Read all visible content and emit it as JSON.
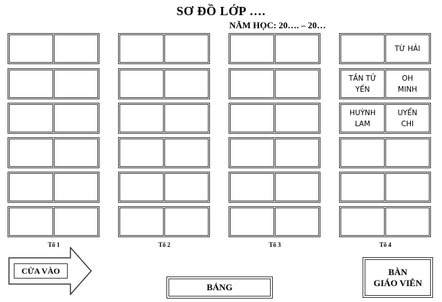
{
  "title": "SƠ ĐỒ LỚP ….",
  "school_year": "NĂM HỌC: 20…. – 20…",
  "groups": [
    {
      "label": "Tổ 1",
      "desks": [
        [
          "",
          ""
        ],
        [
          "",
          ""
        ],
        [
          "",
          ""
        ],
        [
          "",
          ""
        ],
        [
          "",
          ""
        ],
        [
          "",
          ""
        ]
      ]
    },
    {
      "label": "Tổ 2",
      "desks": [
        [
          "",
          ""
        ],
        [
          "",
          ""
        ],
        [
          "",
          ""
        ],
        [
          "",
          ""
        ],
        [
          "",
          ""
        ],
        [
          "",
          ""
        ]
      ]
    },
    {
      "label": "Tổ 3",
      "desks": [
        [
          "",
          ""
        ],
        [
          "",
          ""
        ],
        [
          "",
          ""
        ],
        [
          "",
          ""
        ],
        [
          "",
          ""
        ],
        [
          "",
          ""
        ]
      ]
    },
    {
      "label": "Tổ 4",
      "desks": [
        [
          "",
          "TỪ HẢI"
        ],
        [
          "TẦN TỬ\nYẾN",
          "OH\nMINH"
        ],
        [
          "HUỲNH\nLAM",
          "UYỂN\nCHI"
        ],
        [
          "",
          ""
        ],
        [
          "",
          ""
        ],
        [
          "",
          ""
        ]
      ]
    }
  ],
  "entrance_label": "CỬA VÀO",
  "board_label": "BẢNG",
  "teacher_desk_label": "BÀN\nGIÁO VIÊN"
}
